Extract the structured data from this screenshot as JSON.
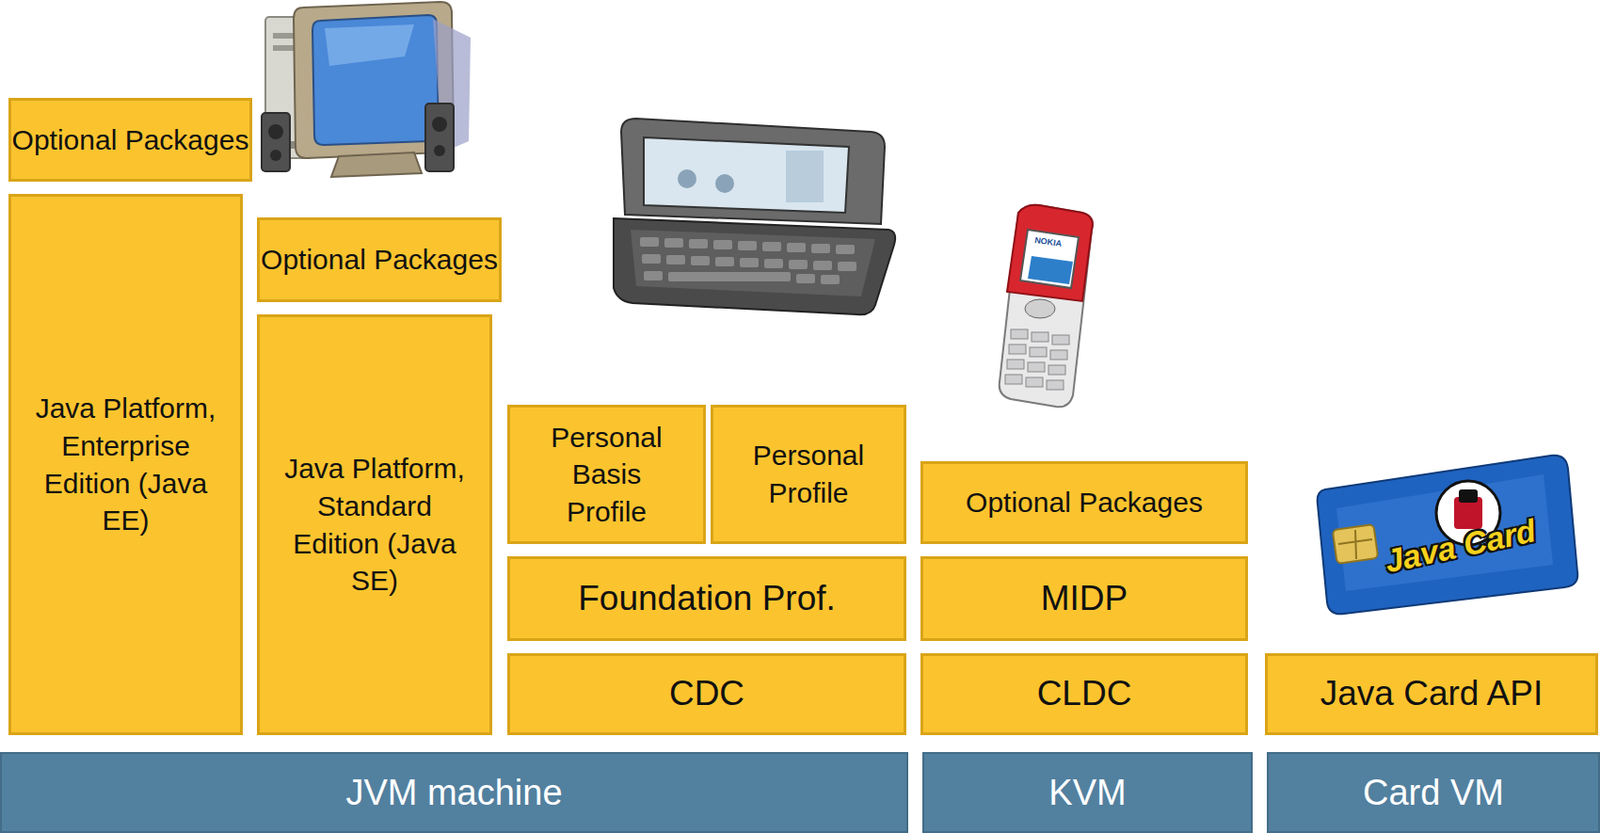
{
  "diagram": {
    "nodes": [
      {
        "text": [
          "Optional Packages"
        ]
      },
      {
        "text": [
          "Java Platform, Enterprise Edition (Java EE)"
        ]
      },
      {
        "text": [
          "Optional Packages"
        ]
      },
      {
        "text": [
          "Java Platform, Standard Edition (Java SE)"
        ]
      },
      {
        "text": [
          "Personal Basis Profile"
        ]
      },
      {
        "text": [
          "Personal Profile"
        ]
      },
      {
        "text": [
          "Foundation Prof."
        ]
      },
      {
        "text": [
          "CDC"
        ]
      },
      {
        "text": [
          "Optional Packages"
        ]
      },
      {
        "text": [
          "MIDP"
        ]
      },
      {
        "text": [
          "CLDC"
        ]
      },
      {
        "text": [
          "Java Card API"
        ]
      },
      {
        "text": [
          "JVM machine"
        ]
      },
      {
        "text": [
          "KVM"
        ]
      },
      {
        "text": [
          "Card VM"
        ]
      }
    ],
    "labels": [
      "NOKIA",
      "Java Card"
    ]
  }
}
